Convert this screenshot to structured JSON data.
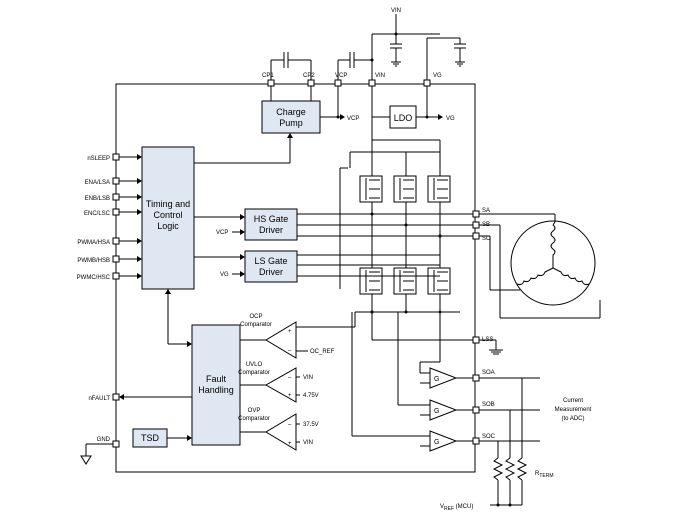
{
  "blocks": {
    "timing": [
      "Timing and",
      "Control",
      "Logic"
    ],
    "charge_pump": [
      "Charge",
      "Pump"
    ],
    "ldo": "LDO",
    "hs_driver": [
      "HS Gate",
      "Driver"
    ],
    "ls_driver": [
      "LS Gate",
      "Driver"
    ],
    "fault": [
      "Fault",
      "Handling"
    ],
    "tsd": "TSD"
  },
  "left_pins": [
    "nSLEEP",
    "ENA/LSA",
    "ENB/LSB",
    "ENC/LSC",
    "PWMA/HSA",
    "PWMB/HSB",
    "PWMC/HSC",
    "nFAULT",
    "GND"
  ],
  "top_pins": [
    "CP1",
    "CP2",
    "VCP",
    "VIN",
    "VG",
    "VIN"
  ],
  "right_pins": [
    "SA",
    "SB",
    "SC",
    "LSS",
    "SOA",
    "SOB",
    "SOC"
  ],
  "signals": {
    "vcp_out": "VCP",
    "vg_out": "VG",
    "hs_in": "VCP",
    "ls_in": "VG"
  },
  "comparators": {
    "ocp": [
      "OCP",
      "Comparator"
    ],
    "uvlo": [
      "UVLO",
      "Comparator"
    ],
    "ovp": [
      "OVP",
      "Comparator"
    ],
    "ocp_ref": "OC_REF",
    "uvlo_inputs": [
      "VIN",
      "4.75V"
    ],
    "ovp_inputs": [
      "37.5V",
      "VIN"
    ]
  },
  "amp_label": "G",
  "external": {
    "current_measurement": [
      "Current",
      "Measurement",
      "(to ADC)"
    ],
    "rterm": "R",
    "rterm_sub": "TERM",
    "vref": "V",
    "vref_sub": "REF",
    "vref_suffix": " (MCU)"
  }
}
